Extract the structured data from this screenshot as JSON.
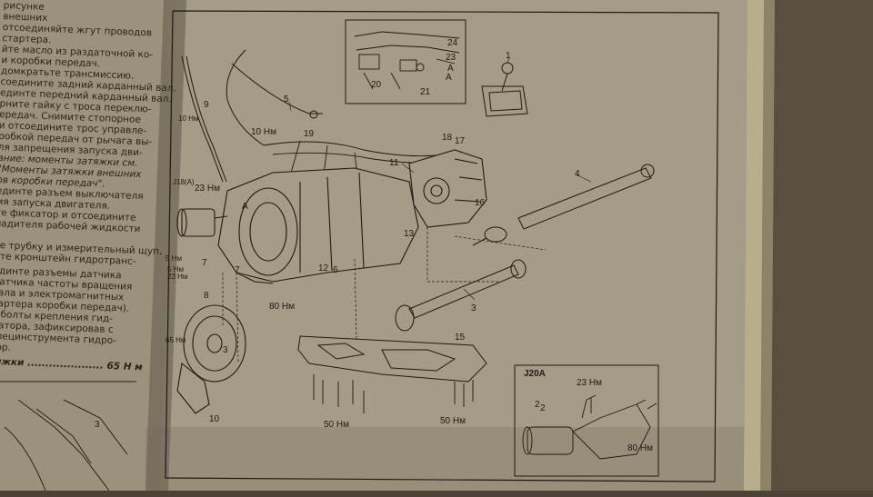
{
  "photo": {
    "subject": "",
    "colors": {
      "background": "#4a4336",
      "page": "#a49c86",
      "page_shadow": "#6e6756",
      "ink": "#1e1a12",
      "book_edge": "#b8ae8c"
    }
  },
  "left_page": {
    "lines": [
      "рисунке",
      "внешних",
      "отсоединяйте жгут проводов",
      "стартера.",
      "йте масло из раздаточной ко-",
      "и коробки передач.",
      "домкратьте трансмиссию.",
      "соедините задний карданный вал.",
      "единте передний карданный вал.",
      "рните гайку с троса переклю-",
      "ередач. Снимите стопорное",
      "и отсоедините трос управле-",
      "робкой передач от рычага вы-",
      "ля запрещения запуска дви-",
      "ание: моменты затяжки см.",
      "\"Моменты затяжки внешних",
      "ов коробки передач\".",
      "единте разъем выключателя",
      "мя запуска двигателя.",
      "те фиксатор и отсоедините",
      "ладителя рабочей жидкости",
      "те трубку и измерительный щуп.",
      "ите кронштейн гидротранс-",
      "единте разъемы датчика",
      "датчика частоты вращения",
      "вала и электромагнитных",
      "картера коробки передач).",
      "е болты крепления гид-",
      "матора, зафиксировав с",
      "специнструмента гидро-",
      "тор.",
      "тяжки .....................  65 Н м"
    ],
    "figure_callout": "3"
  },
  "diagram": {
    "callouts": [
      {
        "id": "c1",
        "text": "1"
      },
      {
        "id": "c2",
        "text": "2"
      },
      {
        "id": "c3a",
        "text": "3"
      },
      {
        "id": "c3b",
        "text": "3"
      },
      {
        "id": "c4",
        "text": "4"
      },
      {
        "id": "c5",
        "text": "5"
      },
      {
        "id": "c6",
        "text": "6"
      },
      {
        "id": "c7a",
        "text": "7"
      },
      {
        "id": "c7b",
        "text": "7"
      },
      {
        "id": "c8",
        "text": "8"
      },
      {
        "id": "c9",
        "text": "9"
      },
      {
        "id": "c10",
        "text": "10"
      },
      {
        "id": "c11",
        "text": "11"
      },
      {
        "id": "c12",
        "text": "12"
      },
      {
        "id": "c13",
        "text": "13"
      },
      {
        "id": "c15",
        "text": "15"
      },
      {
        "id": "c16",
        "text": "16"
      },
      {
        "id": "c17",
        "text": "17"
      },
      {
        "id": "c18",
        "text": "18"
      },
      {
        "id": "c19",
        "text": "19"
      },
      {
        "id": "c20",
        "text": "20"
      },
      {
        "id": "c21",
        "text": "21"
      },
      {
        "id": "c23",
        "text": "23"
      },
      {
        "id": "c24",
        "text": "24"
      },
      {
        "id": "cA1",
        "text": "A"
      },
      {
        "id": "cA2",
        "text": "A"
      },
      {
        "id": "cA3",
        "text": "A"
      }
    ],
    "torque_labels": [
      {
        "id": "t1",
        "text": "10 Нм"
      },
      {
        "id": "t2",
        "text": "23 Нм"
      },
      {
        "id": "t3",
        "text": "80 Нм"
      },
      {
        "id": "t4",
        "text": "50 Нм"
      },
      {
        "id": "t5",
        "text": "50 Нм"
      }
    ],
    "side_labels": [
      {
        "id": "s1",
        "text": "J18(A)"
      },
      {
        "id": "s2",
        "text": "5 Нм"
      },
      {
        "id": "s3",
        "text": "65 Нм"
      },
      {
        "id": "s4",
        "text": "23 Нм"
      },
      {
        "id": "s5",
        "text": "10 Нм"
      },
      {
        "id": "s6",
        "text": "5 Нм"
      }
    ],
    "inset": {
      "title": "J20A",
      "torque_top": "23 Нм",
      "torque_bottom": "80 Нм",
      "part_number": "2"
    }
  }
}
